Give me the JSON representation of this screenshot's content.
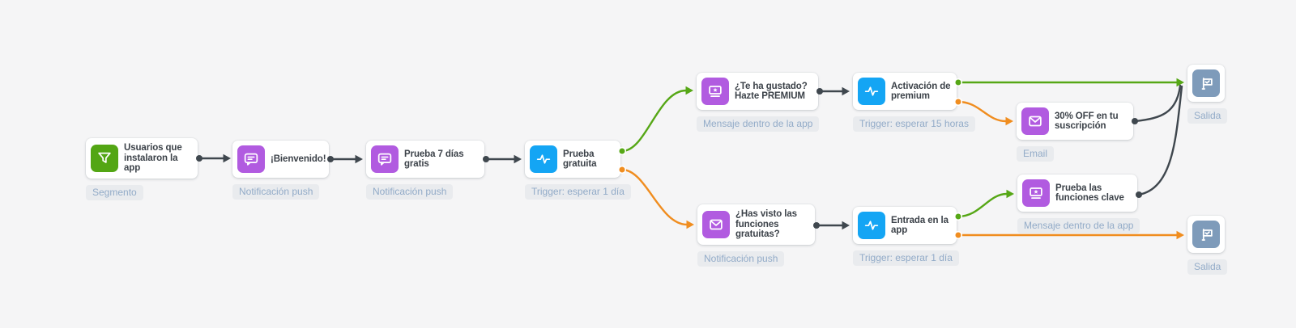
{
  "app": {
    "view": "customer-journey-flow-canvas"
  },
  "colors": {
    "canvas_bg": "#f5f5f6",
    "node_segment_green": "#53a614",
    "node_message_purple": "#b15be0",
    "node_trigger_blue": "#14a5f4",
    "node_exit_steel": "#7e9bba",
    "edge_default": "#3f474e",
    "edge_positive": "#56a716",
    "edge_negative": "#f08d1f",
    "tag_bg": "#e9ebee",
    "tag_text": "#92abc8",
    "title_text": "#3c4249"
  },
  "nodes": [
    {
      "id": "segment",
      "title": "Usuarios que instalaron la app",
      "tag": "Segmento",
      "icon": "filter-icon"
    },
    {
      "id": "welcome",
      "title": "¡Bienvenido!",
      "tag": "Notificación push",
      "icon": "push-notification-icon"
    },
    {
      "id": "trial-7-days",
      "title": "Prueba 7 días gratis",
      "tag": "Notificación push",
      "icon": "push-notification-icon"
    },
    {
      "id": "free-trial",
      "title": "Prueba gratuita",
      "tag": "Trigger: esperar 1 día",
      "icon": "trigger-icon"
    },
    {
      "id": "premium-offer",
      "title": "¿Te ha gustado? Hazte PREMIUM",
      "tag": "Mensaje dentro de la app",
      "icon": "in-app-message-icon"
    },
    {
      "id": "premium-activation",
      "title": "Activación de premium",
      "tag": "Trigger: esperar 15 horas",
      "icon": "trigger-icon"
    },
    {
      "id": "discount-email",
      "title": "30% OFF en tu suscripción",
      "tag": "Email",
      "icon": "email-icon"
    },
    {
      "id": "free-features",
      "title": "¿Has visto las funciones gratuitas?",
      "tag": "Notificación push",
      "icon": "email-icon"
    },
    {
      "id": "app-entry",
      "title": "Entrada en la app",
      "tag": "Trigger: esperar 1 día",
      "icon": "trigger-icon"
    },
    {
      "id": "key-features",
      "title": "Prueba las funciones clave",
      "tag": "Mensaje dentro de la app",
      "icon": "in-app-message-icon"
    },
    {
      "id": "exit-top",
      "title": "",
      "tag": "Salida",
      "icon": "exit-flag-icon"
    },
    {
      "id": "exit-bottom",
      "title": "",
      "tag": "Salida",
      "icon": "exit-flag-icon"
    }
  ],
  "edges": [
    {
      "from": "segment",
      "to": "welcome",
      "style": "default"
    },
    {
      "from": "welcome",
      "to": "trial-7-days",
      "style": "default"
    },
    {
      "from": "trial-7-days",
      "to": "free-trial",
      "style": "default"
    },
    {
      "from": "free-trial",
      "to": "premium-offer",
      "style": "positive-green"
    },
    {
      "from": "free-trial",
      "to": "free-features",
      "style": "negative-orange"
    },
    {
      "from": "premium-offer",
      "to": "premium-activation",
      "style": "default"
    },
    {
      "from": "premium-activation",
      "to": "exit-top",
      "style": "positive-green"
    },
    {
      "from": "premium-activation",
      "to": "discount-email",
      "style": "negative-orange"
    },
    {
      "from": "discount-email",
      "to": "exit-top",
      "style": "default"
    },
    {
      "from": "free-features",
      "to": "app-entry",
      "style": "default"
    },
    {
      "from": "app-entry",
      "to": "key-features",
      "style": "positive-green"
    },
    {
      "from": "app-entry",
      "to": "exit-bottom",
      "style": "negative-orange"
    },
    {
      "from": "key-features",
      "to": "exit-top",
      "style": "default"
    }
  ]
}
